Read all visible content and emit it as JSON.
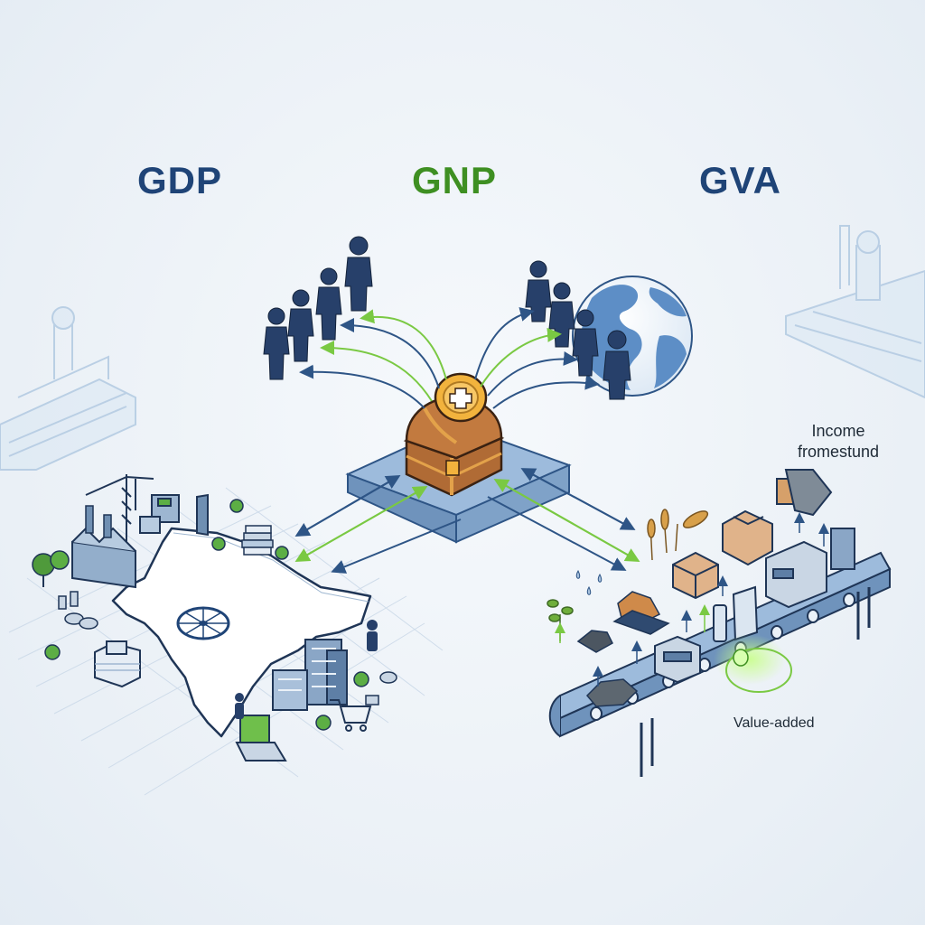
{
  "headings": {
    "gdp": "GDP",
    "gnp": "GNP",
    "gva": "GVA"
  },
  "captions": {
    "income_line1": "Income",
    "income_line2": "fromestund",
    "value_added": "Value-added"
  },
  "colors": {
    "navy": "#1f4477",
    "green": "#3e8f22",
    "arrow_blue": "#2e5586",
    "arrow_green": "#7ac943",
    "figure_fill": "#27406a",
    "platform": "#8fb1d6",
    "chest": "#b06b35",
    "coin": "#f2b33d"
  },
  "icons": {
    "left": "india-map-with-industry-icon",
    "center": "treasure-chest-coin-icon",
    "right": "conveyor-belt-value-chain-icon",
    "globe": "globe-icon",
    "people": "people-figures-icon"
  }
}
